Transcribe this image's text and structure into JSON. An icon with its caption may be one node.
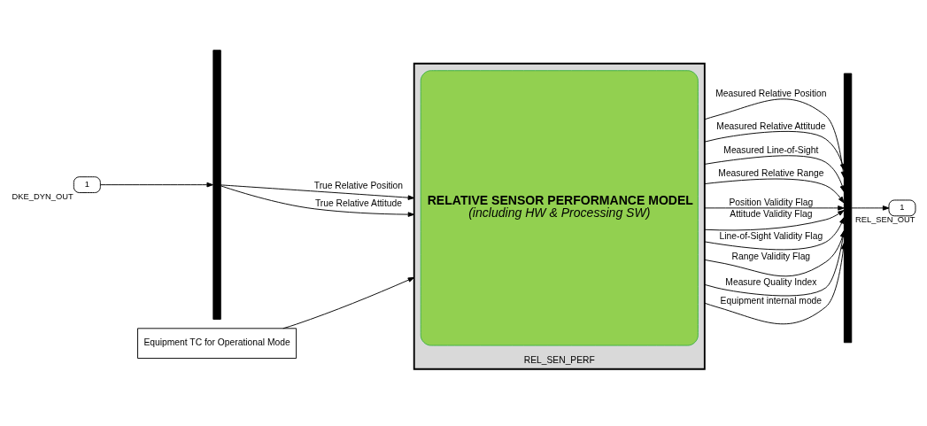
{
  "diagram": {
    "nodes": [
      {
        "text": [
          "1"
        ],
        "beside": [
          "DKE_DYN_OUT"
        ]
      },
      {
        "text": [],
        "shape": "bar"
      },
      {
        "text": [],
        "shape": "box",
        "beside": [
          "REL_SEN_PERF"
        ]
      },
      {
        "text": [
          "RELATIVE SENSOR PERFORMANCE MODEL",
          "(including HW & Processing SW)"
        ],
        "in": 2
      },
      {
        "text": [
          "Equipment TC for Operational Mode"
        ]
      },
      {
        "text": [],
        "shape": "bar"
      },
      {
        "text": [
          "1"
        ],
        "beside": [
          "REL_SEN_OUT"
        ]
      }
    ],
    "edges": [
      {
        "from": 0,
        "to": 1,
        "arrow": "to"
      },
      {
        "from": 1,
        "to": 2,
        "arrow": "to",
        "label": "True Relative Position"
      },
      {
        "from": 1,
        "to": 2,
        "arrow": "to",
        "label": "True Relative Attitude"
      },
      {
        "from": 4,
        "to": 2,
        "arrow": "to"
      },
      {
        "from": 2,
        "to": 5,
        "arrow": "to",
        "label": "Measured Relative Position"
      },
      {
        "from": 2,
        "to": 5,
        "arrow": "to",
        "label": "Measured Relative Attitude"
      },
      {
        "from": 2,
        "to": 5,
        "arrow": "to",
        "label": "Measured Line-of-Sight"
      },
      {
        "from": 2,
        "to": 5,
        "arrow": "to",
        "label": "Measured Relative Range"
      },
      {
        "from": 2,
        "to": 5,
        "arrow": "to",
        "label": "Position Validity Flag"
      },
      {
        "from": 2,
        "to": 5,
        "arrow": "to",
        "label": "Attitude Validity Flag"
      },
      {
        "from": 2,
        "to": 5,
        "arrow": "to",
        "label": "Line-of-Sight Validity Flag"
      },
      {
        "from": 2,
        "to": 5,
        "arrow": "to",
        "label": "Range Validity Flag"
      },
      {
        "from": 2,
        "to": 5,
        "arrow": "to",
        "label": "Measure Quality Index"
      },
      {
        "from": 2,
        "to": 5,
        "arrow": "to",
        "label": "Equipment internal mode"
      },
      {
        "from": 5,
        "to": 6,
        "arrow": "to"
      }
    ]
  }
}
